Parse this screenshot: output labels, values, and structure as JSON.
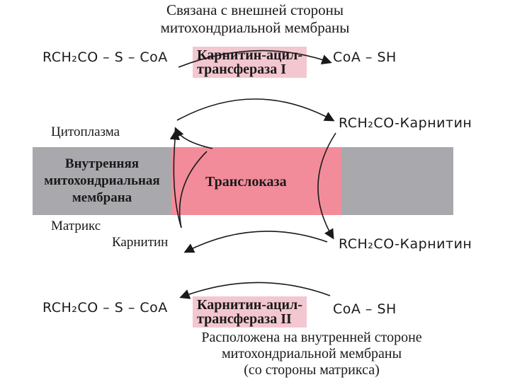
{
  "captions": {
    "top_line1": "Связана с внешней стороны",
    "top_line2": "митохондриальной мембраны",
    "bottom_line1": "Расположена на внутренней стороне",
    "bottom_line2": "митохондриальной мембраны",
    "bottom_line3": "(со стороны матрикса)"
  },
  "top_reaction": {
    "substrate": "RCH₂CO – S – CoA",
    "product": "CoA – SH",
    "enzyme_line1": "Карнитин-ацил-",
    "enzyme_line2": "трансфераза I",
    "carnitine_ester": "RCH₂CO-Карнитин"
  },
  "membrane": {
    "label_line1": "Внутренняя",
    "label_line2": "митохондриальная",
    "label_line3": "мембрана",
    "transporter": "Транслоказа",
    "cytoplasm": "Цитоплазма",
    "matrix": "Матрикс"
  },
  "bottom_reaction": {
    "carnitine": "Карнитин",
    "carnitine_ester": "RCH₂CO-Карнитин",
    "substrate": "RCH₂CO – S – CoA",
    "product": "CoA – SH",
    "enzyme_line1": "Карнитин-ацил-",
    "enzyme_line2": "трансфераза II"
  },
  "colors": {
    "membrane_gray": "#a9a9ad",
    "translocase_pink": "#f28c9a",
    "enzyme_box_pink": "#f3c7cf",
    "arrow": "#1a1a1a"
  }
}
